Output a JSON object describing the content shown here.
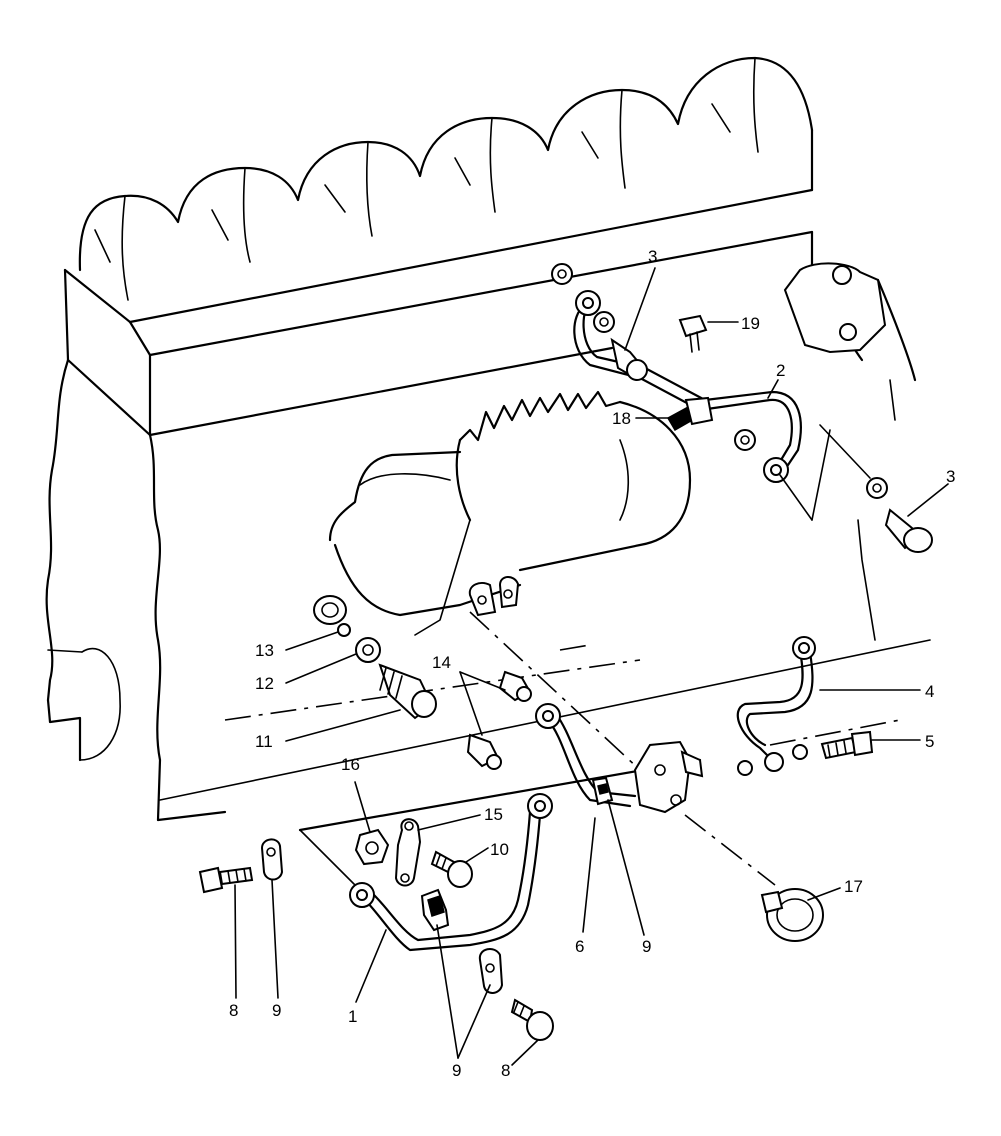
{
  "callouts": {
    "c1": "1",
    "c2": "2",
    "c3a": "3",
    "c3b": "3",
    "c4": "4",
    "c5": "5",
    "c6": "6",
    "c8a": "8",
    "c8b": "8",
    "c9a": "9",
    "c9b": "9",
    "c9c": "9",
    "c10": "10",
    "c11": "11",
    "c12": "12",
    "c13": "13",
    "c14": "14",
    "c15": "15",
    "c16": "16",
    "c17": "17",
    "c18": "18",
    "c19": "19"
  }
}
